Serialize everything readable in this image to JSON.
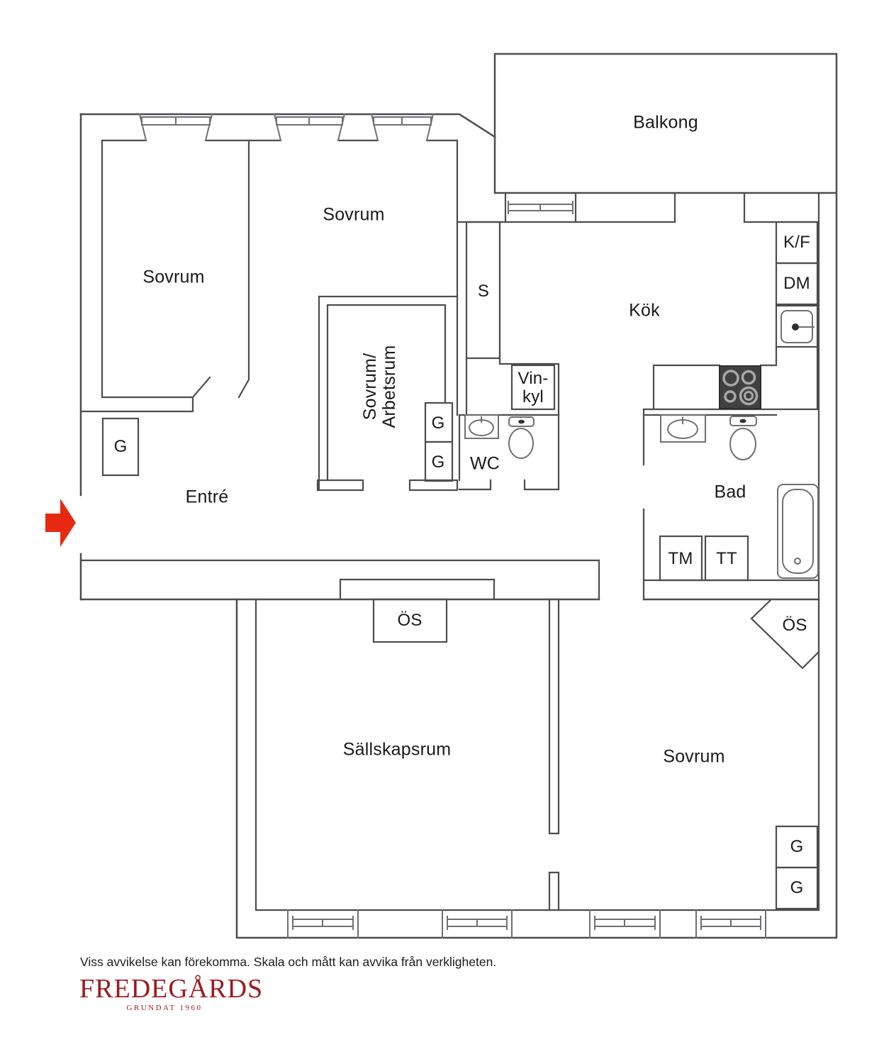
{
  "floorplan": {
    "rooms": {
      "balkong": "Balkong",
      "sovrum_nw": "Sovrum",
      "sovrum_n": "Sovrum",
      "sovrum_arbetsrum": "Sovrum/\nArbetsrum",
      "kok": "Kök",
      "entre": "Entré",
      "wc": "WC",
      "bad": "Bad",
      "sallskapsrum": "Sällskapsrum",
      "sovrum_se": "Sovrum"
    },
    "closets": {
      "garderob": "G",
      "stadskap": "S"
    },
    "appliances": {
      "kyl_frys": "K/F",
      "diskmaskin": "DM",
      "vinkyl": "Vin-\nkyl",
      "tvattmaskin": "TM",
      "torktumlare": "TT",
      "oppen_spis": "ÖS"
    }
  },
  "footer": {
    "disclaimer": "Viss avvikelse kan förekomma. Skala och mått kan avvika från verkligheten.",
    "logo_name": "FREDEGÅRDS",
    "logo_tagline": "GRUNDAT 1960"
  },
  "colors": {
    "wall": "#4d4d50",
    "entrance_arrow": "#e82912",
    "logo_red": "#9c1b1f",
    "stove": "#404040",
    "text": "#1a1a1a"
  }
}
